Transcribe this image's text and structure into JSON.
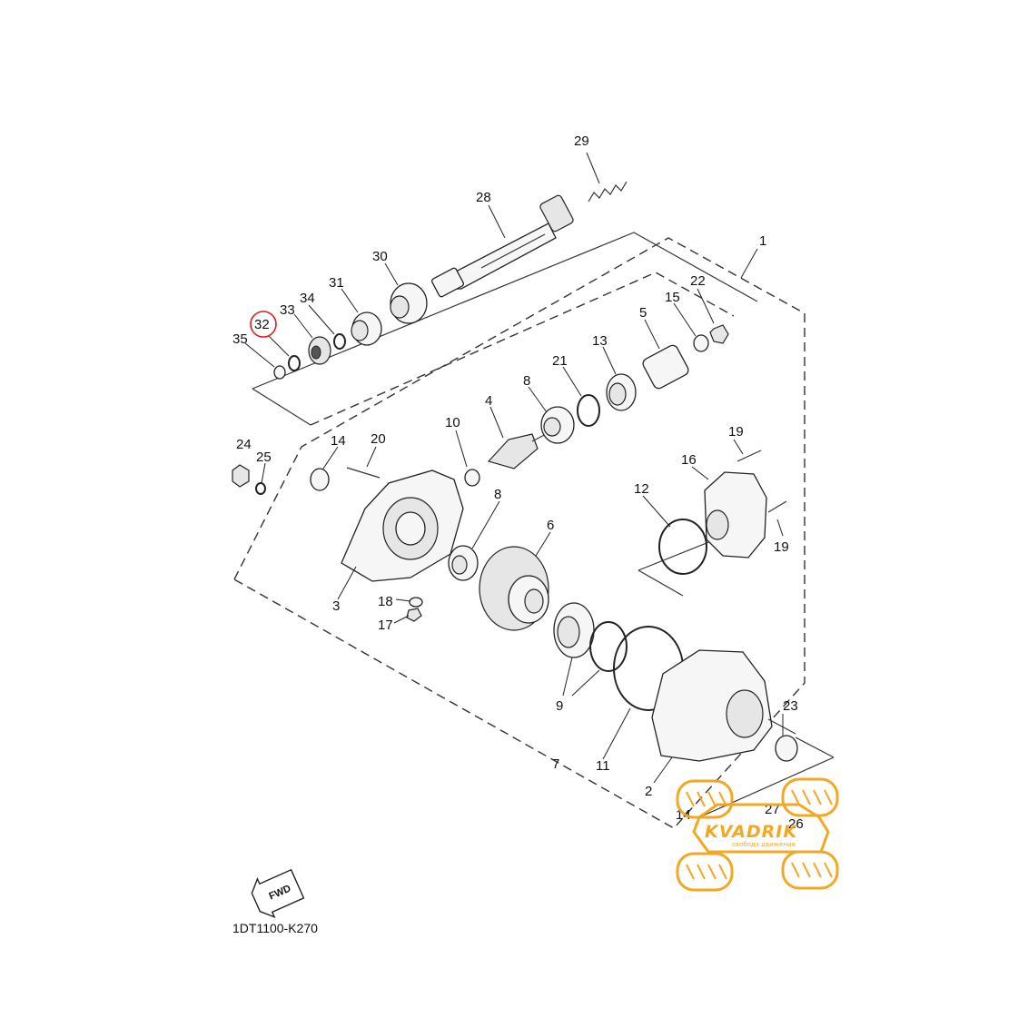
{
  "diagram": {
    "part_code": "1DT1100-K270",
    "fwd_label": "FWD",
    "highlighted_callout": "32",
    "highlight_color": "#d42020",
    "watermark": {
      "brand": "KVADRIK",
      "tagline": "свобода движения",
      "color": "#f3a417"
    },
    "callouts": [
      "29",
      "28",
      "1",
      "30",
      "31",
      "22",
      "34",
      "33",
      "32",
      "35",
      "15",
      "5",
      "13",
      "21",
      "8",
      "4",
      "10",
      "24",
      "25",
      "14",
      "20",
      "19",
      "16",
      "12",
      "8",
      "6",
      "3",
      "18",
      "17",
      "19",
      "9",
      "7",
      "11",
      "23",
      "2",
      "14",
      "27",
      "26"
    ]
  }
}
